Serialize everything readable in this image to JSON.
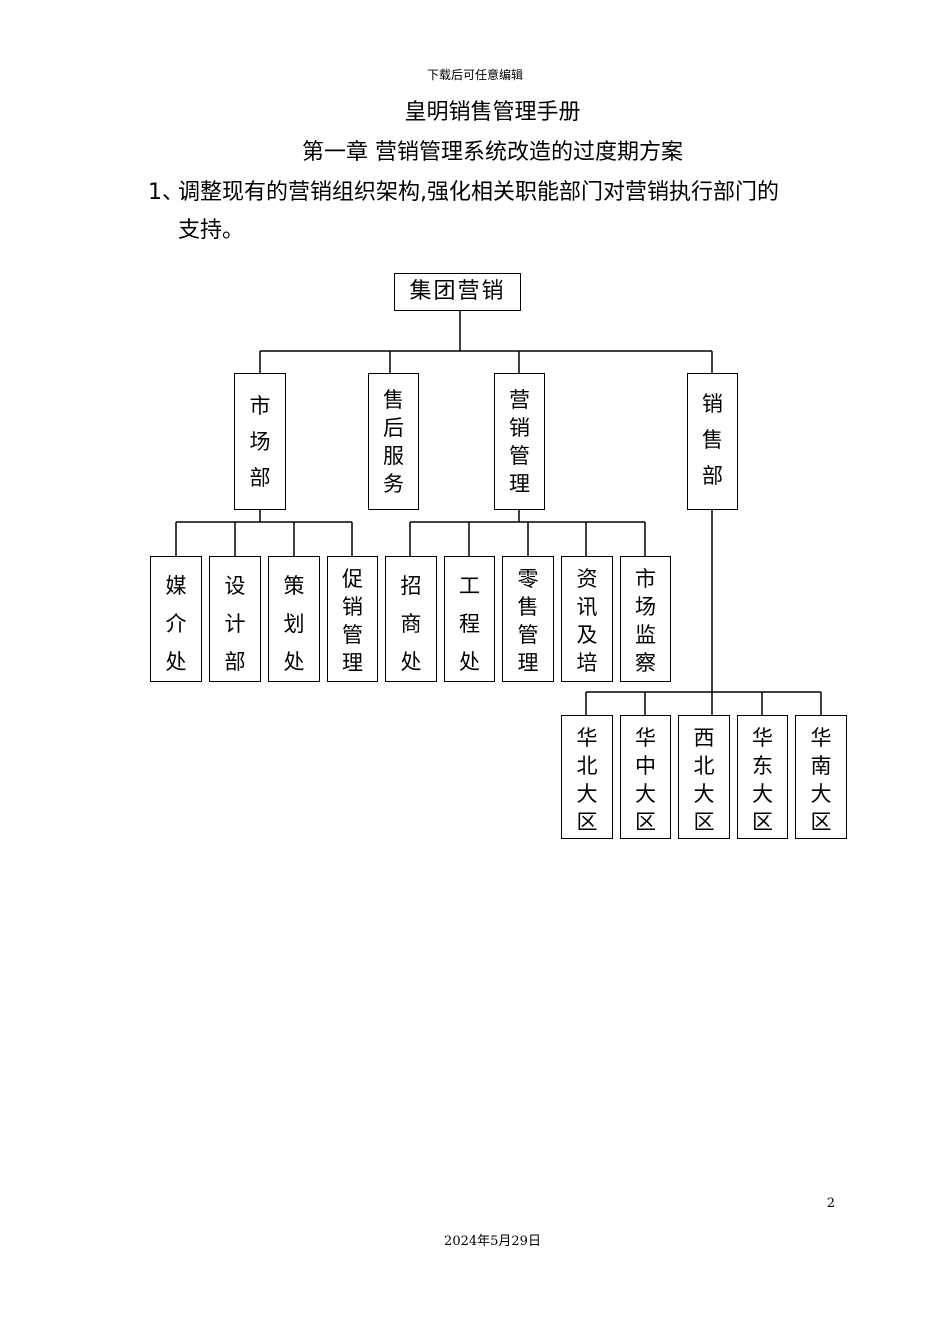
{
  "page": {
    "header_note": "下载后可任意编辑",
    "title": "皇明销售管理手册",
    "chapter": "第一章  营销管理系统改造的过度期方案",
    "item_number": "1、",
    "item_text_line1": "调整现有的营销组织架构,强化相关职能部门对营销执行部门的",
    "item_text_line2": "支持。",
    "page_number": "2",
    "footer_date": "2024年5月29日"
  },
  "org": {
    "root": "集团营销",
    "level1": [
      "市\n场\n部",
      "售\n后\n服\n务",
      "营\n销\n管\n理",
      "销\n售\n部"
    ],
    "market_children": [
      "媒\n介\n处",
      "设\n计\n部",
      "策\n划\n处",
      "促\n销\n管\n理"
    ],
    "mgmt_children": [
      "招\n商\n处",
      "工\n程\n处",
      "零\n售\n管\n理",
      "资\n讯\n及\n培",
      "市\n场\n监\n察"
    ],
    "sales_children": [
      "华\n北\n大\n区",
      "华\n中\n大\n区",
      "西\n北\n大\n区",
      "华\n东\n大\n区",
      "华\n南\n大\n区"
    ]
  }
}
